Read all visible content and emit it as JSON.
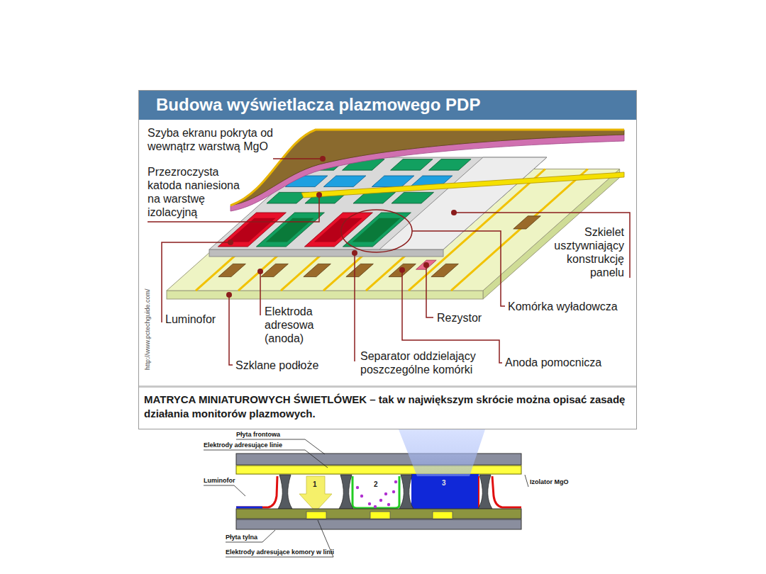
{
  "diagram": {
    "title": "Budowa wyświetlacza plazmowego PDP",
    "caption": "MATRYCA MINIATUROWYCH ŚWIETLÓWEK – tak w największym skrócie można opisać zasadę działania monitorów plazmowych.",
    "labels": [
      "Szyba ekranu pokryta od wewnątrz warstwą MgO",
      "Przezroczysta katoda naniesiona na warstwę izolacyjną",
      "Szkielet usztywniający konstrukcję panelu",
      "Komórka wyładowcza",
      "Luminofor",
      "Elektroda adresowa (anoda)",
      "Rezystor",
      "Szklane podłoże",
      "Separator oddzielający poszczególne komórki",
      "Anoda pomocnicza",
      "http://www.pctechguide.com/",
      "Płyta frontowa",
      "Elektrody adresujące linie",
      "Luminofor",
      "Izolator MgO",
      "1",
      "2",
      "3",
      "Płyta tylna",
      "Elektrody adresujące komory w linii"
    ]
  }
}
